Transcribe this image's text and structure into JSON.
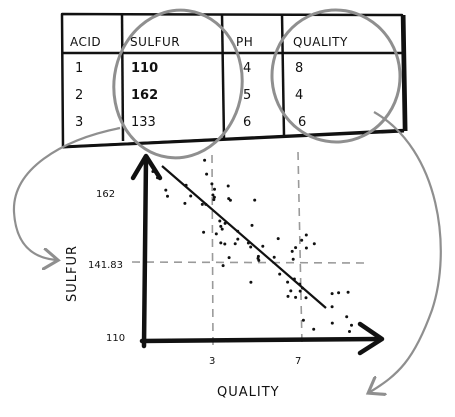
{
  "table": {
    "columns": [
      "ACID",
      "SULFUR",
      "PH",
      "QUALITY"
    ],
    "rows": [
      [
        "1",
        "110",
        "4",
        "8"
      ],
      [
        "2",
        "162",
        "5",
        "4"
      ],
      [
        "3",
        "133",
        "6",
        "6"
      ]
    ],
    "highlighted_columns": [
      "SULFUR",
      "QUALITY"
    ]
  },
  "chart_data": {
    "type": "scatter",
    "xlabel": "QUALITY",
    "ylabel": "SULFUR",
    "x_ticks": [
      "3",
      "7"
    ],
    "y_ticks": [
      "162",
      "141.83",
      "110"
    ],
    "reference_lines": {
      "vertical": [
        3,
        7
      ],
      "horizontal": [
        141.83
      ]
    },
    "trend": "negative",
    "grid": false,
    "legend": "none"
  },
  "colors": {
    "ink": "#111111",
    "highlight": "#8f8f8f",
    "guide": "#9a9a9a"
  }
}
